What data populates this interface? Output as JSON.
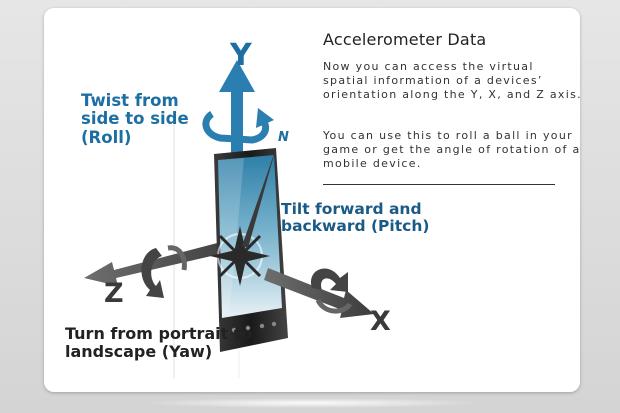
{
  "colors": {
    "axis_blue": "#2b7fb0",
    "label_blue": "#1d6fa3",
    "label_dark_blue": "#1a5a86",
    "arrow_gray": "#4a4a4a",
    "card_bg": "#ffffff",
    "page_bg": "#dcdcdc"
  },
  "icons": {
    "device": "smartphone-icon",
    "compass": "compass-rose-icon",
    "roll_arrow": "rotate-arrow-icon",
    "pitch_arrow": "rotate-arrow-icon",
    "yaw_arrow": "rotate-arrow-icon"
  },
  "diagram": {
    "axes": {
      "y": "Y",
      "z": "Z",
      "x": "X",
      "north": "N"
    },
    "labels": {
      "roll": "Twist from side to side (Roll)",
      "pitch": "Tilt forward and backward (Pitch)",
      "yaw": "Turn from portrait to landscape (Yaw)"
    }
  },
  "info": {
    "title": "Accelerometer Data",
    "paragraph1": "Now you can access the virtual spatial information of a devices’ orientation along the Y, X, and Z axis.",
    "paragraph2": "You can use this to roll a ball in your game or get the angle of rotation of a mobile device."
  }
}
